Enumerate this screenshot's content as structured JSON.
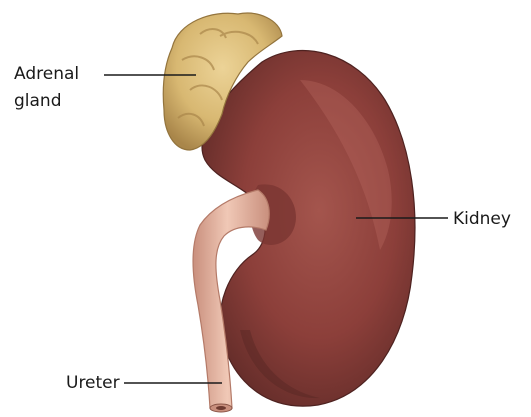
{
  "labels": {
    "adrenal_gland_line1": "Adrenal",
    "adrenal_gland_line2": "gland",
    "kidney": "Kidney",
    "ureter": "Ureter"
  },
  "colors": {
    "kidney": "#8c3f3a",
    "kidney_dark": "#5e2a27",
    "kidney_highlight": "#b96b62",
    "adrenal_gland": "#d8b872",
    "adrenal_gland_dark": "#a9864a",
    "ureter": "#e7b7a3",
    "ureter_dark": "#c98f7d",
    "leader_line": "#1a1a1a"
  }
}
